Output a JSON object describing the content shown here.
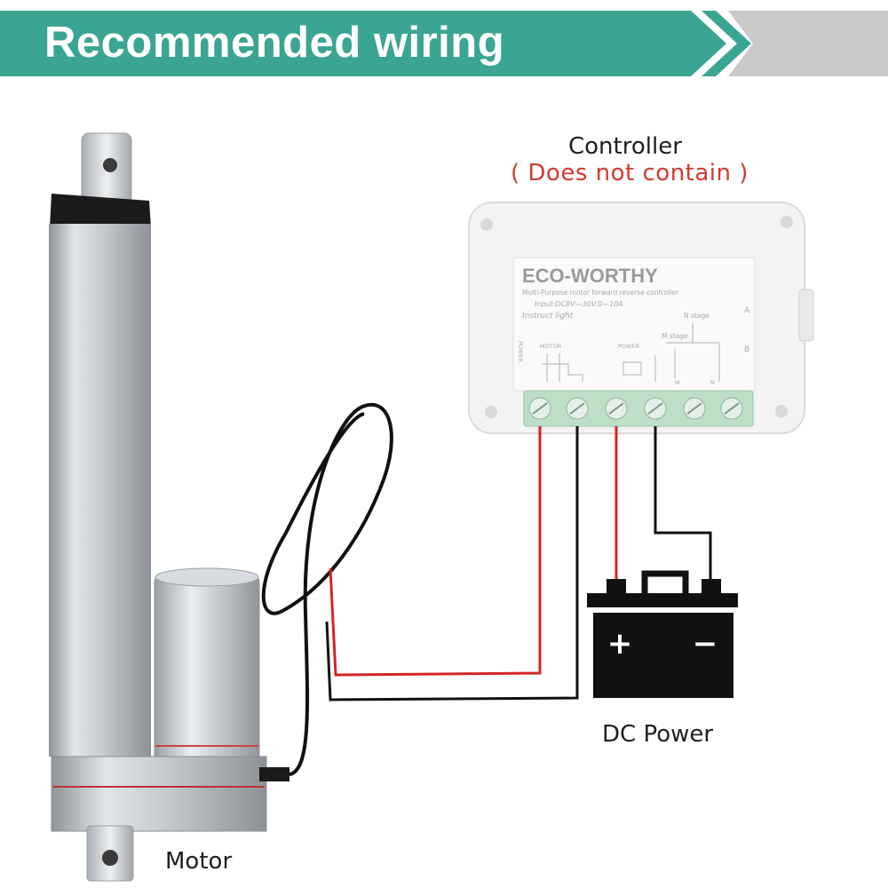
{
  "header": {
    "title": "Recommended wiring"
  },
  "colors": {
    "banner_teal": "#3aa592",
    "banner_gray": "#c8c8c8",
    "wire_red": "#d42525",
    "wire_black": "#111111",
    "note_red": "#d23a32",
    "terminal_green": "#a7d4b3"
  },
  "controller": {
    "label": "Controller",
    "note": "( Does not contain )",
    "brand": "ECO-WORTHY",
    "subtitle": "Multi-Purpose motor forward reverse controller",
    "input": "Input:DC8V—30V,0—10A",
    "instruct": "Instruct light",
    "motor": "MOTOR",
    "power": "POWER",
    "n_stage": "N stage",
    "m_stage": "M stage",
    "power_vertical": "POWER",
    "a": "A",
    "b": "B",
    "m": "M",
    "n": "N"
  },
  "battery": {
    "label": "DC Power",
    "plus": "+",
    "minus": "−"
  },
  "motor": {
    "label": "Motor"
  }
}
